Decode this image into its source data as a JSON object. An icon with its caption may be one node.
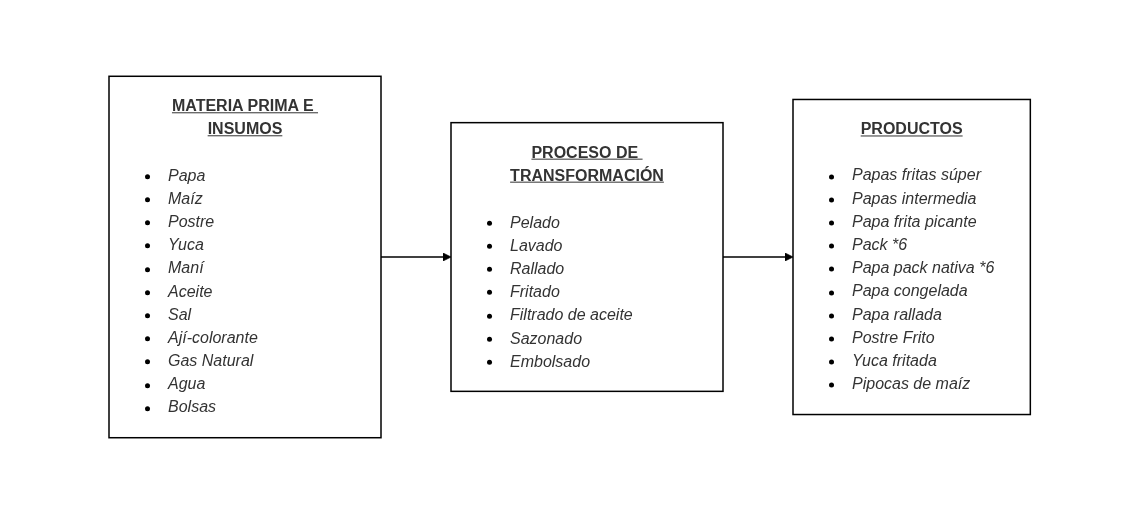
{
  "diagram": {
    "nodes": [
      {
        "text": [
          "MATERIA PRIMA E INSUMOS",
          "Papa",
          "Maíz",
          "Postre",
          "Yuca",
          "Maní",
          "Aceite",
          "Sal",
          "Ají-colorante",
          "Gas Natural",
          "Agua",
          "Bolsas"
        ]
      },
      {
        "text": [
          "PROCESO DE TRANSFORMACIÓN",
          "Pelado",
          "Lavado",
          "Rallado",
          "Fritado",
          "Filtrado de aceite",
          "Sazonado",
          "Embolsado"
        ]
      },
      {
        "text": [
          "PRODUCTOS",
          "Papas fritas súper",
          "Papas intermedia",
          "Papa frita picante",
          "Pack *6",
          "Papa pack nativa *6",
          "Papa congelada",
          "Papa rallada",
          "Postre Frito",
          "Yuca fritada",
          "Pipocas de maíz"
        ]
      }
    ],
    "edges": [
      {
        "from": 0,
        "to": 1,
        "arrow": "to"
      },
      {
        "from": 1,
        "to": 2,
        "arrow": "to"
      }
    ]
  }
}
